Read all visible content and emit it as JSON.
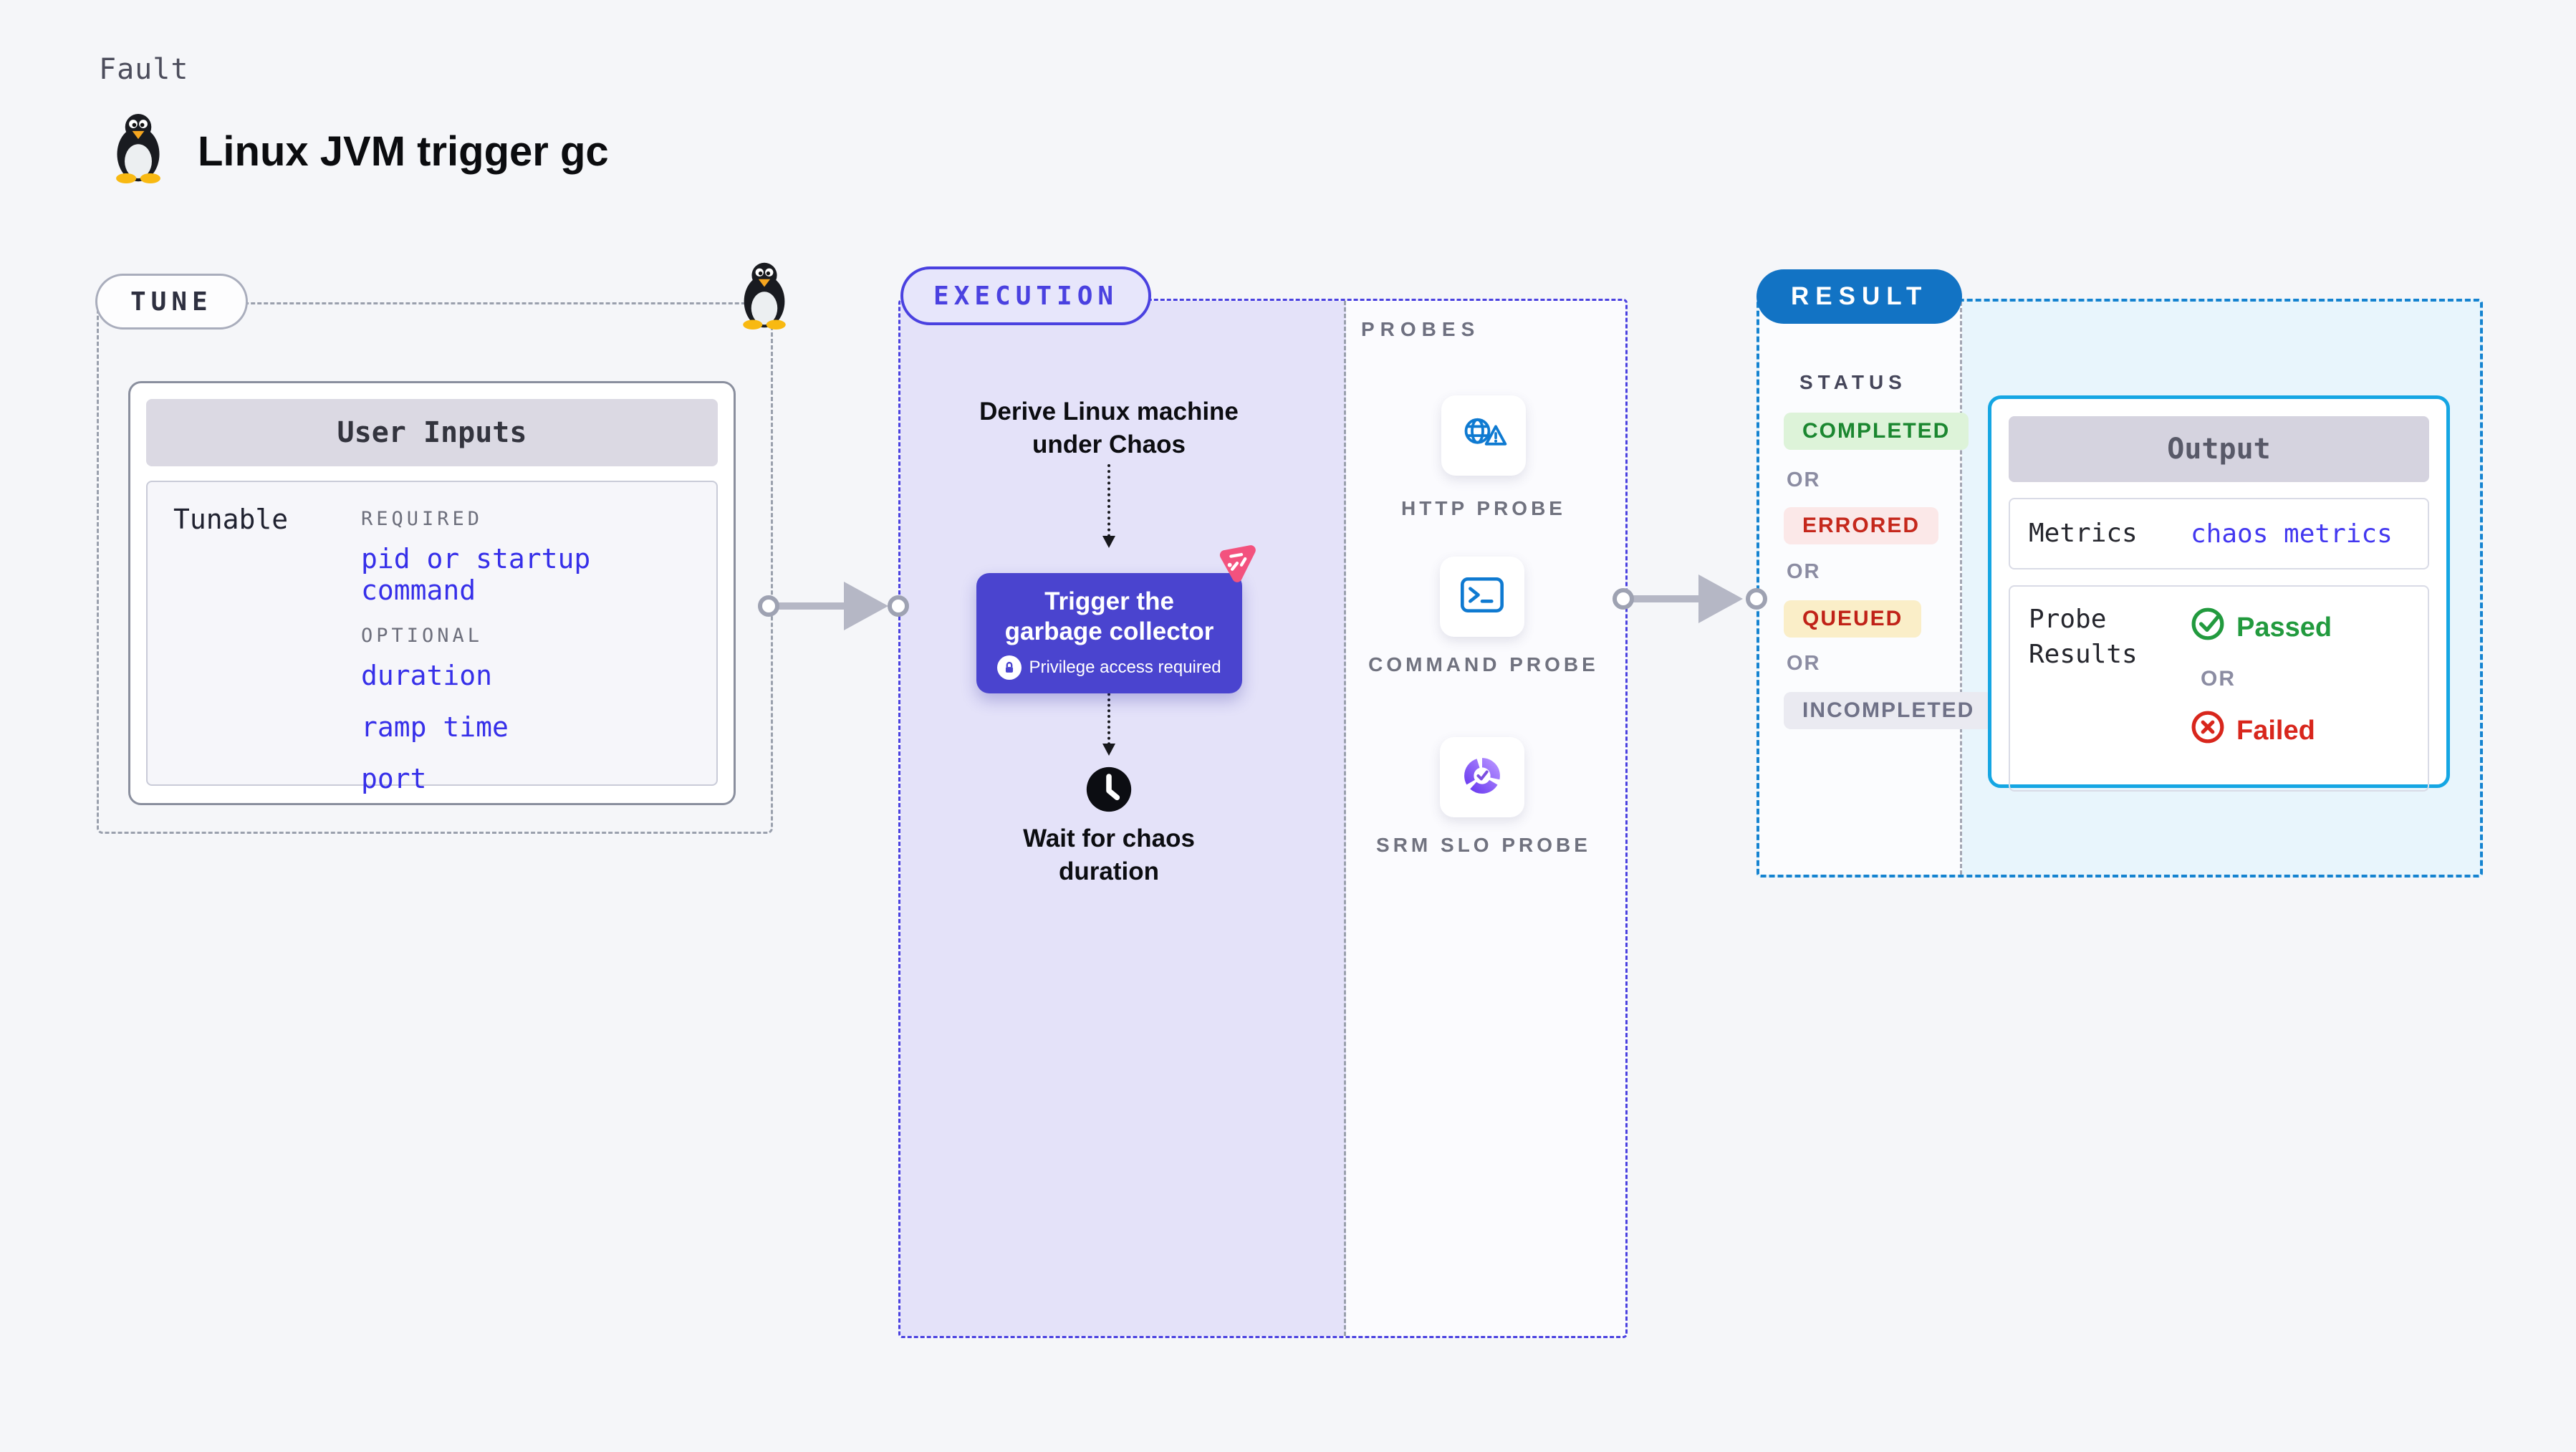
{
  "header": {
    "fault_label": "Fault",
    "title": "Linux JVM trigger gc",
    "icon": "linux-penguin-icon"
  },
  "tune": {
    "badge": "TUNE",
    "card_title": "User Inputs",
    "row_label": "Tunable",
    "required_label": "REQUIRED",
    "required_items": [
      "pid or startup command"
    ],
    "optional_label": "OPTIONAL",
    "optional_items": [
      "duration",
      "ramp time",
      "port"
    ]
  },
  "execution": {
    "badge": "EXECUTION",
    "derive_step": "Derive Linux machine under Chaos",
    "action_title": "Trigger the garbage collector",
    "action_note": "Privilege access required",
    "action_icons": [
      "lock-icon",
      "chaos-triangle-icon"
    ],
    "wait_icon": "clock-icon",
    "wait_step": "Wait for chaos duration"
  },
  "probes": {
    "label": "PROBES",
    "items": [
      {
        "label": "HTTP PROBE",
        "icon": "globe-warning-icon"
      },
      {
        "label": "COMMAND PROBE",
        "icon": "terminal-icon"
      },
      {
        "label": "SRM SLO PROBE",
        "icon": "slo-donut-check-icon"
      }
    ]
  },
  "result": {
    "badge": "RESULT",
    "status_label": "STATUS",
    "or_label": "OR",
    "statuses": [
      {
        "label": "COMPLETED",
        "fg": "#1b8730",
        "bg": "#ddf3d9"
      },
      {
        "label": "ERRORED",
        "fg": "#c5281c",
        "bg": "#fbe8e8"
      },
      {
        "label": "QUEUED",
        "fg": "#c02218",
        "bg": "#faeec8"
      },
      {
        "label": "INCOMPLETED",
        "fg": "#6f7187",
        "bg": "#eaeaf1"
      }
    ],
    "output": {
      "title": "Output",
      "metrics_label": "Metrics",
      "metrics_value": "chaos metrics",
      "probe_results_label": "Probe Results",
      "passed_label": "Passed",
      "or_label": "OR",
      "failed_label": "Failed",
      "passed_icon": "check-circle-icon",
      "failed_icon": "x-circle-icon"
    }
  },
  "colors": {
    "page_bg": "#f5f6f9",
    "dash_gray": "#9aa0ad",
    "indigo_accent": "#4a41e0",
    "execution_fill": "#e4e2f9",
    "action_button": "#4a44cf",
    "chaos_pink": "#f3527e",
    "link_blue": "#362fe9",
    "probe_blue": "#0f7ad1",
    "slo_purple": "#7c4fe0",
    "result_dash_blue": "#1583d0",
    "result_pill_blue": "#1273c4",
    "result_fill_cyan": "#e8f5fc",
    "output_border_cyan": "#15a6e3",
    "passed_green": "#229a3e",
    "failed_red": "#d8261c",
    "arrow_gray": "#b5b7c5"
  }
}
